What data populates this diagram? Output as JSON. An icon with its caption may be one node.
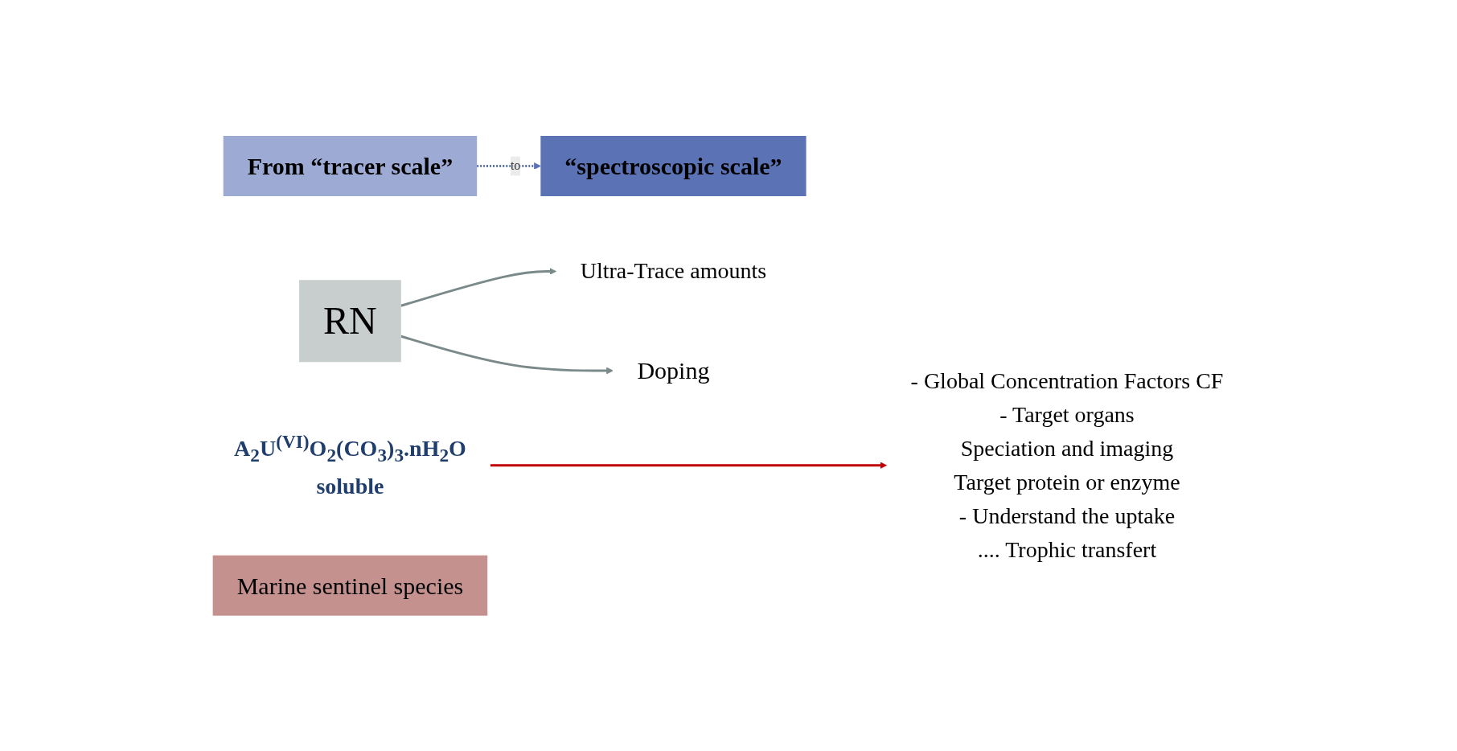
{
  "diagram": {
    "nodes": [
      {
        "text": [
          "From “tracer scale”"
        ]
      },
      {
        "text": [
          "“spectroscopic scale”"
        ]
      },
      {
        "text": [
          "RN"
        ]
      },
      {
        "text": [
          "Ultra-Trace amounts"
        ]
      },
      {
        "text": [
          "Doping"
        ]
      },
      {
        "text": [
          "A$_{2}$U$^{(VI)}$O$_{2}$(CO$_{3}$)$_{3}$.nH$_{2}$O",
          "soluble"
        ]
      },
      {
        "text": [
          "Marine sentinel species"
        ]
      },
      {
        "text": [
          "- Global Concentration Factors CF",
          "- Target organs",
          "Speciation and imaging",
          "Target protein or enzyme",
          "- Understand the uptake",
          ".... Trophic transfert"
        ]
      }
    ],
    "edges": [
      {
        "from": 0,
        "to": 1,
        "arrow": "to",
        "label": "to",
        "style": "dashed",
        "color": "#5b72b5"
      },
      {
        "from": 2,
        "to": 3,
        "arrow": "to"
      },
      {
        "from": 2,
        "to": 4,
        "arrow": "to"
      },
      {
        "from": 5,
        "to": 7,
        "arrow": "to",
        "color": "#c00000"
      }
    ]
  }
}
